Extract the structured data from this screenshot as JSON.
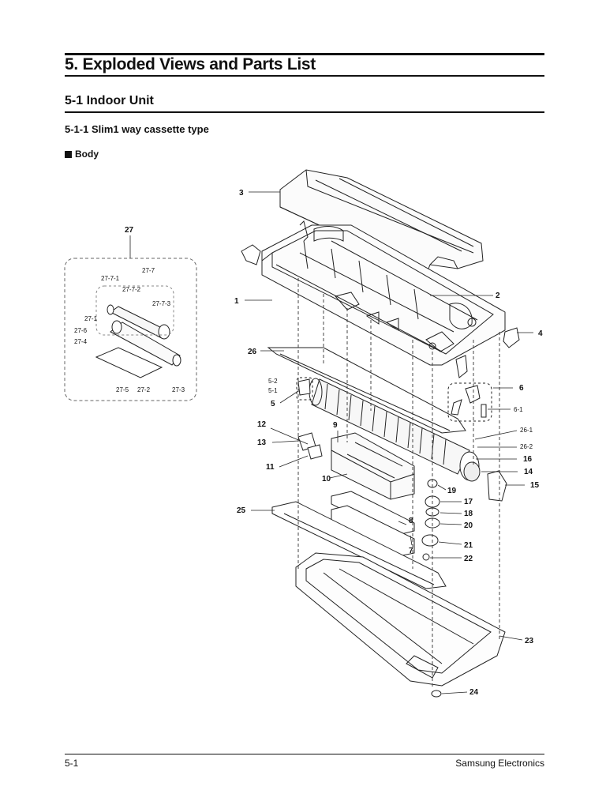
{
  "header": {
    "title": "5. Exploded Views and Parts List",
    "section": "5-1 Indoor Unit",
    "subsection": "5-1-1  Slim1 way cassette type",
    "group": "Body"
  },
  "callouts": {
    "c1": "1",
    "c2": "2",
    "c3": "3",
    "c4": "4",
    "c5": "5",
    "c5_1": "5-1",
    "c5_2": "5-2",
    "c6": "6",
    "c6_1": "6-1",
    "c7": "7",
    "c8": "8",
    "c9": "9",
    "c10": "10",
    "c11": "11",
    "c12": "12",
    "c13": "13",
    "c14": "14",
    "c15": "15",
    "c16": "16",
    "c17": "17",
    "c18": "18",
    "c19": "19",
    "c20": "20",
    "c21": "21",
    "c22": "22",
    "c23": "23",
    "c24": "24",
    "c25": "25",
    "c26": "26",
    "c26_1": "26-1",
    "c26_2": "26-2",
    "c27": "27",
    "c27_1": "27-1",
    "c27_2": "27-2",
    "c27_3": "27-3",
    "c27_4": "27-4",
    "c27_5": "27-5",
    "c27_6": "27-6",
    "c27_7": "27-7",
    "c27_7_1": "27-7-1",
    "c27_7_2": "27-7-2",
    "c27_7_3": "27-7-3"
  },
  "footer": {
    "page_number": "5-1",
    "company": "Samsung Electronics"
  }
}
